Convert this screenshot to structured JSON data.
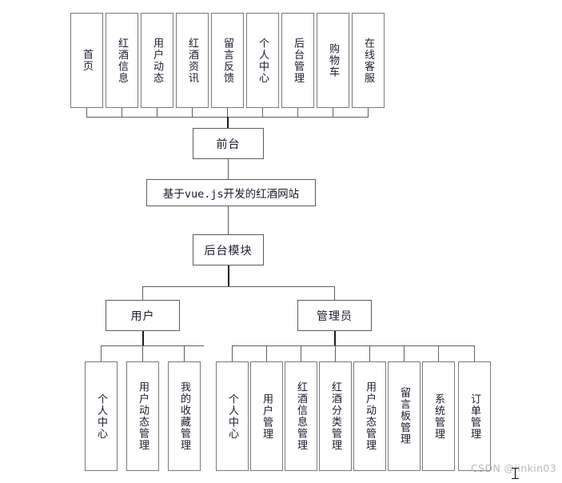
{
  "diagram": {
    "type": "tree-hierarchy",
    "title": "基于vue.js开发的红酒网站",
    "root": {
      "label": "基于vue.js开发的红酒网站"
    },
    "frontend": {
      "label": "前台",
      "items": [
        {
          "label": "首页"
        },
        {
          "label": "红酒信息"
        },
        {
          "label": "用户动态"
        },
        {
          "label": "红酒资讯"
        },
        {
          "label": "留言反馈"
        },
        {
          "label": "个人中心"
        },
        {
          "label": "后台管理"
        },
        {
          "label": "购物车"
        },
        {
          "label": "在线客服"
        }
      ]
    },
    "backend": {
      "label": "后台模块",
      "roles": [
        {
          "label": "用户",
          "items": [
            {
              "label": "个人中心"
            },
            {
              "label": "用户动态管理"
            },
            {
              "label": "我的收藏管理"
            }
          ]
        },
        {
          "label": "管理员",
          "items": [
            {
              "label": "个人中心"
            },
            {
              "label": "用户管理"
            },
            {
              "label": "红酒信息管理"
            },
            {
              "label": "红酒分类管理"
            },
            {
              "label": "用户动态管理"
            },
            {
              "label": "留言板管理"
            },
            {
              "label": "系统管理"
            },
            {
              "label": "订单管理"
            }
          ]
        }
      ]
    }
  },
  "watermark": {
    "text": "CSDN @jinkin03"
  },
  "colors": {
    "box_border": "#7a7a7a",
    "connector": "#5f5f5f",
    "connector_bold": "#1c1c1c",
    "text": "#1a1a2e",
    "watermark": "#b9b9b9",
    "background": "#ffffff"
  }
}
